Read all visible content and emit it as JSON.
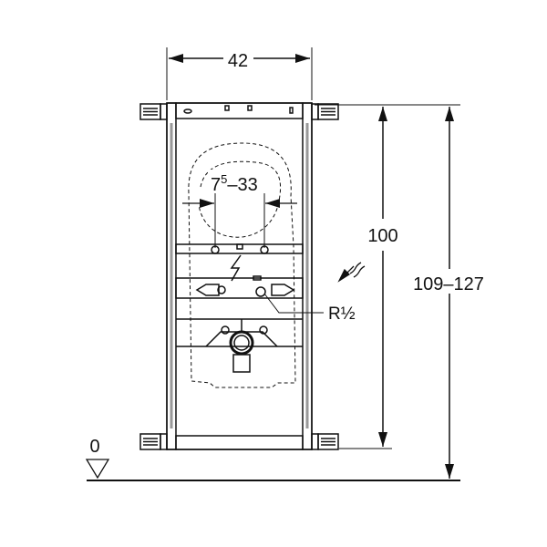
{
  "dimensions": {
    "width_label": "42",
    "height_label": "100",
    "total_height_label": "109–127",
    "spacing_base": "7",
    "spacing_sup": "5",
    "spacing_rest": "–33",
    "floor_label": "0",
    "connection_label": "R½"
  },
  "colors": {
    "line": "#111111",
    "background": "#ffffff"
  }
}
